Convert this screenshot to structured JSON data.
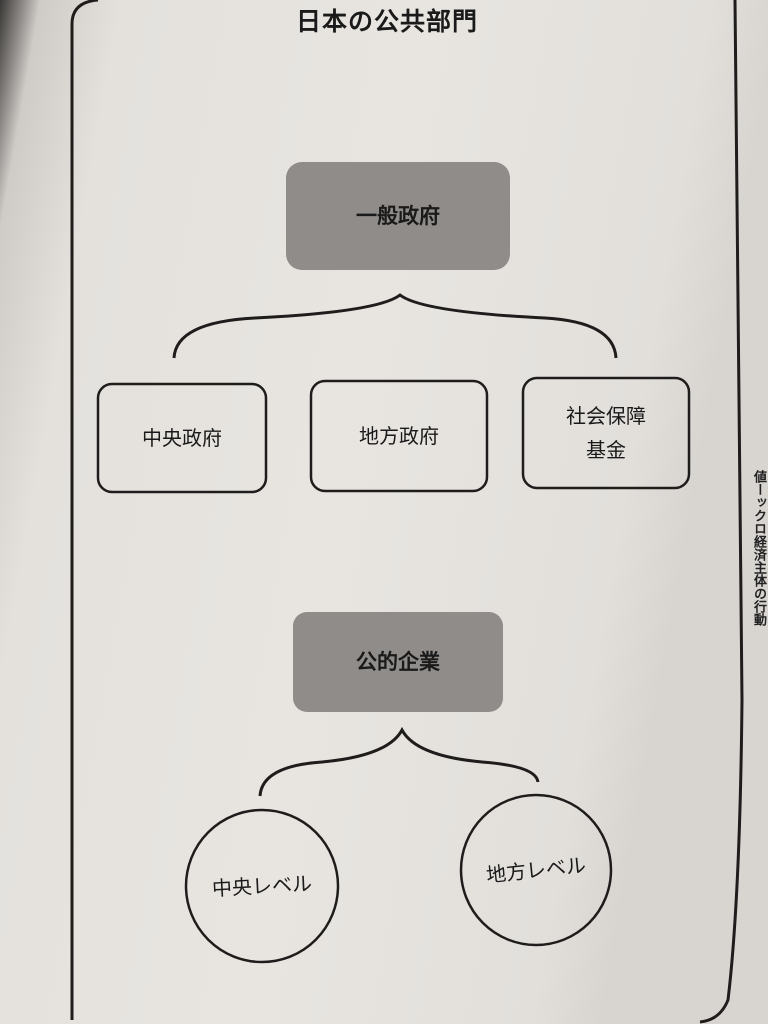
{
  "title": "日本の公共部門",
  "general_government": {
    "label": "一般政府",
    "children": [
      "中央政府",
      "地方政府",
      "社会保障\n基金"
    ]
  },
  "public_enterprises": {
    "label": "公的企業",
    "children": [
      "中央レベル",
      "地方レベル"
    ]
  },
  "side_text": "値ーックロ経済主体の行動",
  "colors": {
    "header_box": "#8f8c89",
    "outline": "#1f1d1c",
    "paper": "#e6e3df"
  }
}
